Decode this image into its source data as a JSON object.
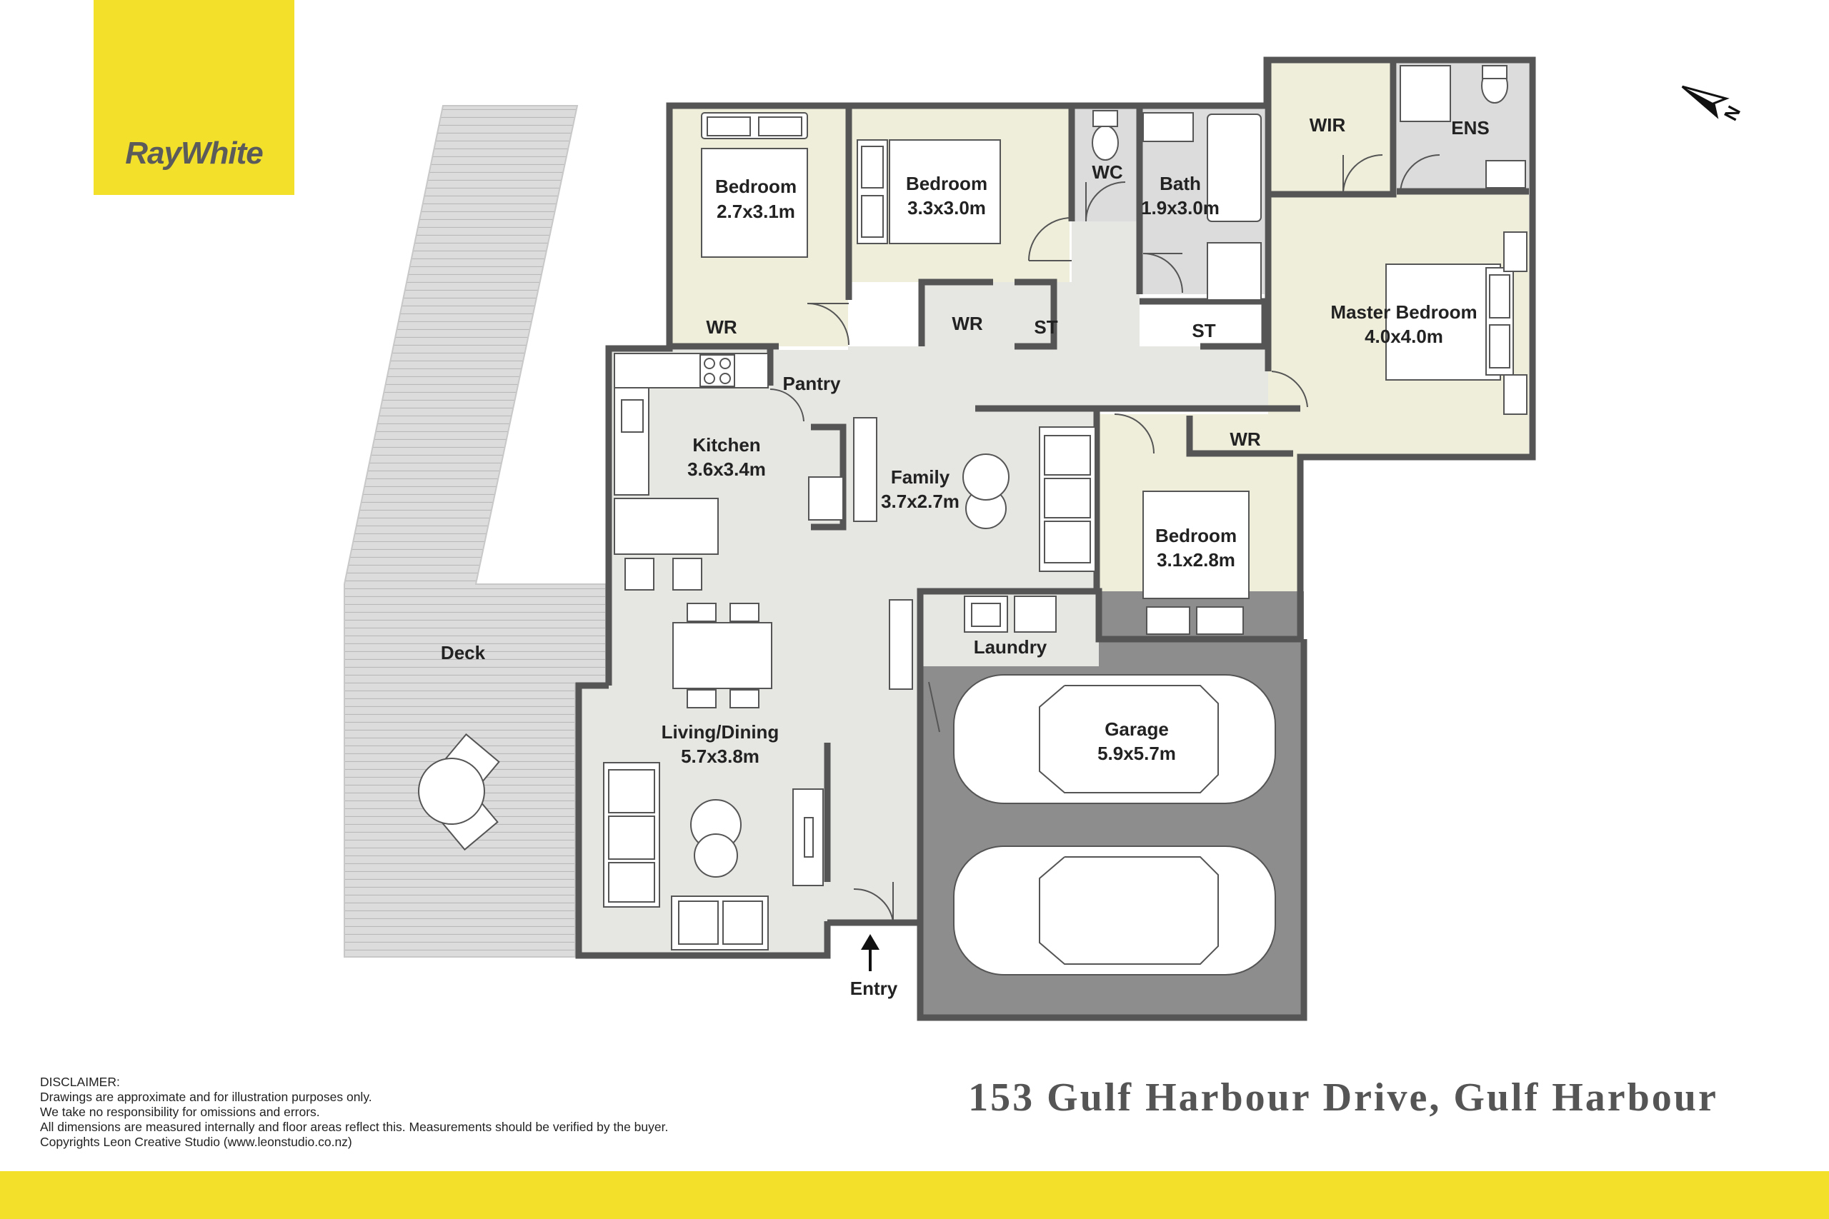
{
  "brand": {
    "name": "RayWhite",
    "color": "#f2e02a"
  },
  "address": "153 Gulf Harbour Drive, Gulf Harbour",
  "disclaimer": {
    "heading": "DISCLAIMER:",
    "lines": [
      "Drawings are approximate and for illustration purposes only.",
      "We take no responsibility for omissions and errors.",
      "All dimensions are measured internally and floor areas reflect this. Measurements should be verified by the buyer.",
      "Copyrights Leon Creative Studio (www.leonstudio.co.nz)"
    ]
  },
  "compass": {
    "icon": "north-arrow-icon",
    "label": "N"
  },
  "colors": {
    "room_fill": "#efeedb",
    "wet_fill": "#dcdcdc",
    "living_fill": "#e6e7e3",
    "garage_fill": "#8d8d8d",
    "deck_fill": "#d9d9d9",
    "wall": "#555555"
  },
  "rooms": {
    "bedroom2": {
      "name": "Bedroom",
      "size": "2.7x3.1m"
    },
    "bedroom3": {
      "name": "Bedroom",
      "size": "3.3x3.0m"
    },
    "wc": {
      "name": "WC"
    },
    "bath": {
      "name": "Bath",
      "size": "1.9x3.0m"
    },
    "wir": {
      "name": "WIR"
    },
    "ens": {
      "name": "ENS"
    },
    "master": {
      "name": "Master Bedroom",
      "size": "4.0x4.0m"
    },
    "wr1": {
      "name": "WR"
    },
    "wr2": {
      "name": "WR"
    },
    "wr3": {
      "name": "WR"
    },
    "st1": {
      "name": "ST"
    },
    "st2": {
      "name": "ST"
    },
    "pantry": {
      "name": "Pantry"
    },
    "kitchen": {
      "name": "Kitchen",
      "size": "3.6x3.4m"
    },
    "family": {
      "name": "Family",
      "size": "3.7x2.7m"
    },
    "bedroom4": {
      "name": "Bedroom",
      "size": "3.1x2.8m"
    },
    "laundry": {
      "name": "Laundry"
    },
    "garage": {
      "name": "Garage",
      "size": "5.9x5.7m"
    },
    "deck": {
      "name": "Deck"
    },
    "living": {
      "name": "Living/Dining",
      "size": "5.7x3.8m"
    },
    "entry": {
      "name": "Entry"
    }
  }
}
